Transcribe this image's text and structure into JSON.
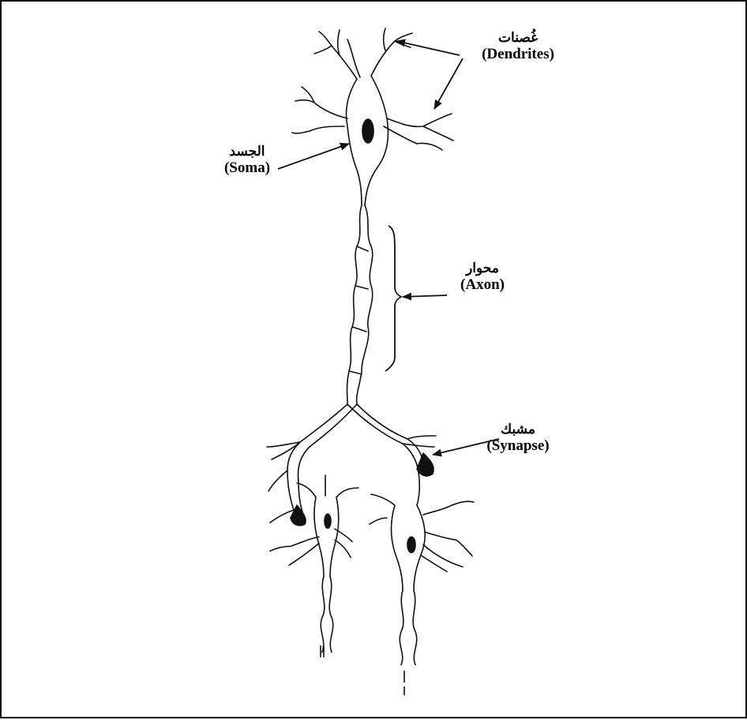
{
  "labels": {
    "dendrites": {
      "arabic": "غُصنات",
      "english": "(Dendrites)"
    },
    "soma": {
      "arabic": "الجسد",
      "english": "(Soma)"
    },
    "axon": {
      "arabic": "محوار",
      "english": "(Axon)"
    },
    "synapse": {
      "arabic": "مشبك",
      "english": "(Synapse)"
    }
  },
  "colors": {
    "ink": "#111111",
    "background": "#ffffff"
  }
}
